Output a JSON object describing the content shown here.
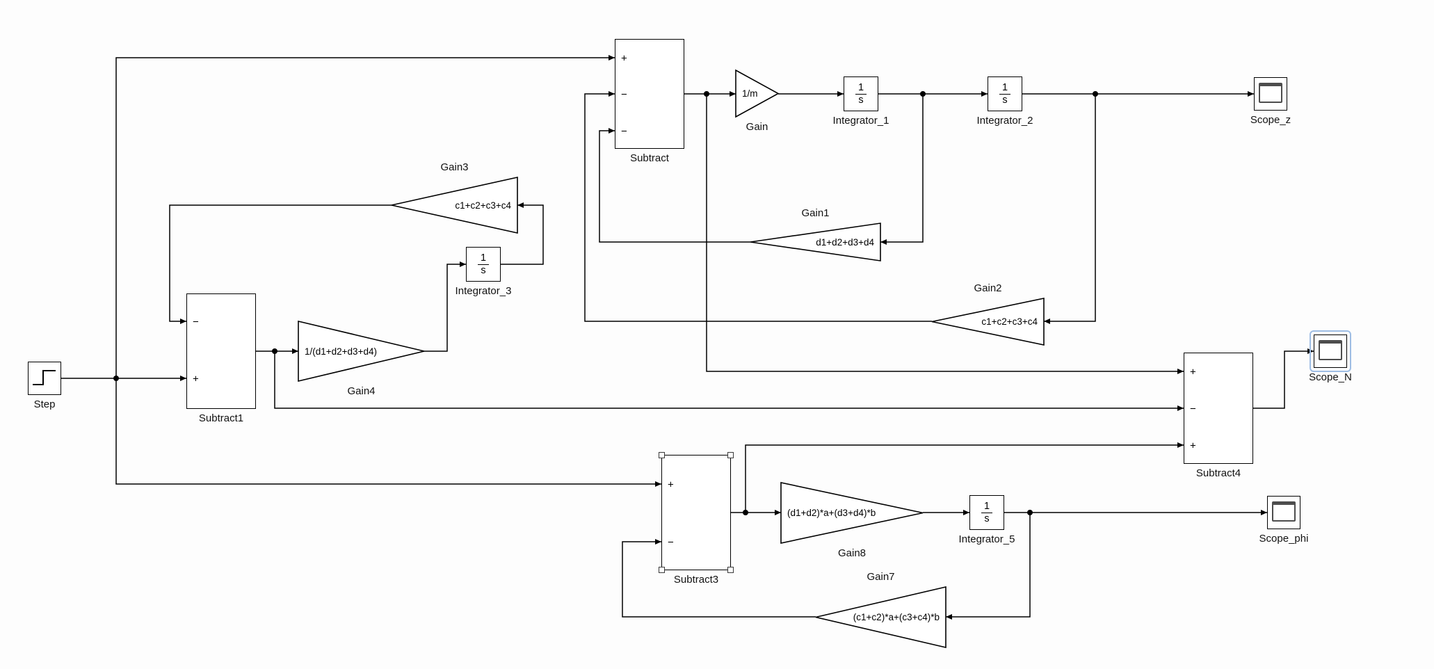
{
  "diagram": {
    "colors": {
      "background": "#fdfdfd",
      "block_fill": "#ffffff",
      "block_border": "#000000",
      "wire": "#000000",
      "selection": "#9ebde4"
    },
    "blocks": {
      "step": {
        "label": "Step"
      },
      "subtract1": {
        "label": "Subtract1",
        "ports": [
          "−",
          "+"
        ]
      },
      "gain4": {
        "label": "Gain4",
        "expr": "1/(d1+d2+d3+d4)"
      },
      "integrator_3": {
        "label": "Integrator_3",
        "numerator": "1",
        "denominator": "s"
      },
      "gain3": {
        "label": "Gain3",
        "expr": "c1+c2+c3+c4"
      },
      "subtract": {
        "label": "Subtract",
        "ports": [
          "+",
          "−",
          "−"
        ]
      },
      "gain": {
        "label": "Gain",
        "expr": "1/m"
      },
      "integrator_1": {
        "label": "Integrator_1",
        "numerator": "1",
        "denominator": "s"
      },
      "integrator_2": {
        "label": "Integrator_2",
        "numerator": "1",
        "denominator": "s"
      },
      "scope_z": {
        "label": "Scope_z"
      },
      "gain1": {
        "label": "Gain1",
        "expr": "d1+d2+d3+d4"
      },
      "gain2": {
        "label": "Gain2",
        "expr": "c1+c2+c3+c4"
      },
      "subtract4": {
        "label": "Subtract4",
        "ports": [
          "+",
          "−",
          "+"
        ]
      },
      "scope_n": {
        "label": "Scope_N",
        "selected": true
      },
      "subtract3": {
        "label": "Subtract3",
        "ports": [
          "+",
          "−"
        ],
        "selected": true
      },
      "gain8": {
        "label": "Gain8",
        "expr": "(d1+d2)*a+(d3+d4)*b"
      },
      "integrator_5": {
        "label": "Integrator_5",
        "numerator": "1",
        "denominator": "s"
      },
      "scope_phi": {
        "label": "Scope_phi"
      },
      "gain7": {
        "label": "Gain7",
        "expr": "(c1+c2)*a+(c3+c4)*b"
      }
    }
  }
}
